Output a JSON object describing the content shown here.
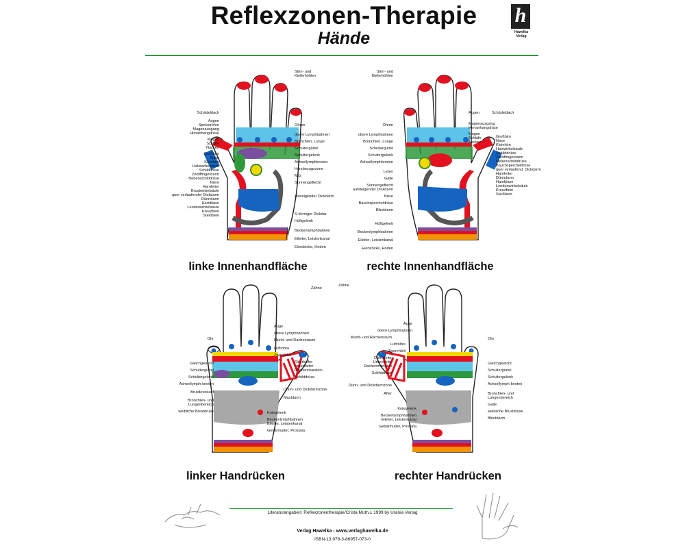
{
  "title": "Reflexzonen-Therapie",
  "subtitle": "Hände",
  "logo": {
    "letter": "h",
    "line1": "Hawelka",
    "line2": "Verlag"
  },
  "hands": [
    {
      "caption": "linke Innenhandfläche",
      "labels_left": [
        "Schädeldach",
        "Augen",
        "Speiseröhre",
        "Magenausgang",
        "Hirnanhangdrüse",
        "Magen",
        "Schläfe",
        "Nacken",
        "Großhirn",
        "Nase",
        "Kleinhirn",
        "Halswirbelsäule",
        "Schilddrüse",
        "Zwölffingerdarm",
        "Nebenschilddrüse",
        "Niere",
        "Harnleiter",
        "Brustwirbelsäule",
        "quer verlaufender Dickdarm",
        "Dünndarm",
        "Harnblase",
        "Lendenwirbelsäule",
        "Kreuzbein",
        "Steißbein"
      ],
      "labels_right": [
        "Stirn- und Kieferhöhlen",
        "Ohren",
        "obere Lymphbahnen",
        "Bronchien, Lunge",
        "Schultergürtel",
        "Schultergelenk",
        "Achsellymphknoten",
        "Herzbezugszone",
        "Milz",
        "Sonnengeflecht",
        "absteigender Dickdarm",
        "S-förmiger Dickdar",
        "Hüftgelenk",
        "Beckenlymphbahnen",
        "Eileiter, Leistenkanal",
        "Eierstöcke, Hoden"
      ]
    },
    {
      "caption": "rechte Innenhandfläche",
      "labels_left": [
        "Stirn- und Kieferhöhlen",
        "Ohren",
        "obere Lymphbahnen",
        "Bronchien, Lunge",
        "Schultergürtel",
        "Schultergelenk",
        "Achsellymphknoten",
        "Leber",
        "Galle",
        "Sonnengeflecht",
        "aufsteigender Dickdarm",
        "Niere",
        "Bauchspeicheldrüse",
        "Blinddarm",
        "Hüftgelenk",
        "Beckenlymphbahnen",
        "Eileiter, Leistenkanal",
        "Eierstöcke, Hoden"
      ],
      "labels_right": [
        "Augen",
        "Schädeldach",
        "Magenausgang",
        "Hirnanhangdrüse",
        "Magen",
        "Schläfe",
        "Nacken",
        "Großhirn",
        "Nase",
        "Kleinhirn",
        "Halswirbelsäule",
        "Schilddrüse",
        "Zwölffingerdarm",
        "Nebenschilddrüse",
        "Bauchspeicheldrüse",
        "quer verlaufend. Dickdarm",
        "Harnleiter",
        "Dünndarm",
        "Harnblase",
        "Lendenwirbelsäule",
        "Kreuzbein",
        "Steißbein"
      ]
    },
    {
      "caption": "linker Handrücken",
      "labels_left": [
        "Ohr",
        "Gleichgewicht",
        "Schultergürtel",
        "Schultergelenk",
        "Achsellymph-knoten",
        "Brustkreislauf",
        "Bronchien- und Lungenbereich",
        "weibliche Brustdrüse"
      ],
      "labels_right": [
        "Zähne",
        "Auge",
        "obere Lymphbahnen",
        "Mund- und Rachenraum",
        "Luftröhre",
        "Zwerchfell",
        "Oberkiefer",
        "Unterkiefer",
        "Rachenmandeln",
        "Schilddrüse",
        "Dünn- und Dickdarmzone",
        "Mastdarm",
        "Kniegelenk",
        "Beckenlymphbahnen",
        "Eileiter, Leistenkanal",
        "Gebärmutter, Prostata"
      ]
    },
    {
      "caption": "rechter Handrücken",
      "labels_left": [
        "Zähne",
        "Auge",
        "obere Lymphbahnen",
        "Mund- und Rachenraum",
        "Luftröhre",
        "Zwerchfell",
        "Oberkiefer",
        "Unterkiefer",
        "Rachenmandeln",
        "Schilddrüse",
        "Dünn- und Dickdarmzone",
        "After",
        "Kniegelenk",
        "Beckenlymphbahnen",
        "Eileiter, Leistenkanal",
        "Gebärmutter, Prostata"
      ],
      "labels_right": [
        "Ohr",
        "Gleichgewicht",
        "Schultergürtel",
        "Schultergelenk",
        "Achsellymph-knoten",
        "Bronchien- und Lungenbereich",
        "Galle",
        "weibliche Brustdrüse",
        "Blinddarm"
      ]
    }
  ],
  "footer": {
    "literature": "Literaturangaben: Reflexzonentherapie/Crista Muth,± 1999 by Urania Verlag",
    "publisher": "Verlag Hawelka - www.verlaghawelka.de",
    "isbn": "ISBN-13:978-3-86957-073-0"
  },
  "colors": {
    "accent_green": "#2f9a3c",
    "red": "#e3101f",
    "blue": "#1565c0",
    "cyan": "#5ec3e8",
    "grey": "#8c8c8c",
    "yellow": "#f5d800",
    "orange": "#f39200",
    "purple": "#7b4fa0"
  }
}
